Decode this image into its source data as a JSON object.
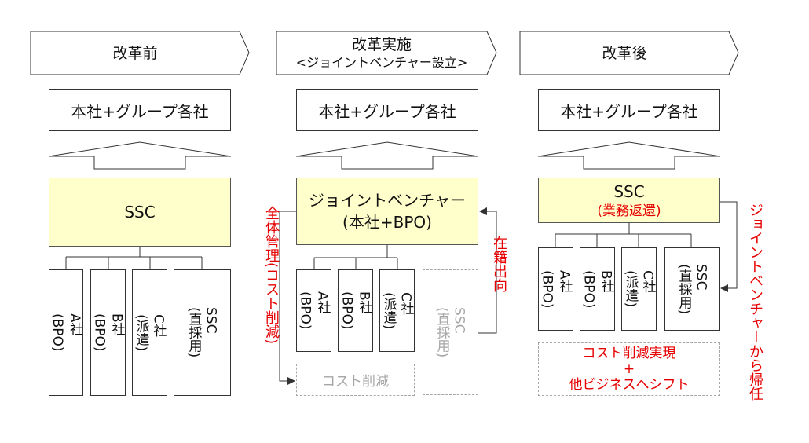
{
  "phases": [
    {
      "title": "改革前",
      "subtitle": ""
    },
    {
      "title": "改革実施",
      "subtitle": "<ジョイントベンチャー設立>"
    },
    {
      "title": "改革後",
      "subtitle": ""
    }
  ],
  "group_label": "本社+グループ各社",
  "before": {
    "center": "SSC",
    "units": [
      "A社\n(BPO)",
      "B社\n(BPO)",
      "C社\n(派遣)",
      "SSC\n(直採用)"
    ]
  },
  "during": {
    "center_line1": "ジョイントベンチャー",
    "center_line2": "(本社+BPO)",
    "units": [
      "A社\n(BPO)",
      "B社\n(BPO)",
      "C社\n(派遣)"
    ],
    "transferred_unit": "SSC\n(直採用)",
    "cost_box": "コスト削減",
    "left_note": "全体管理(コスト削減)",
    "right_note": "在籍出向"
  },
  "after": {
    "center": "SSC",
    "center_note": "(業務返還)",
    "units": [
      "A社\n(BPO)",
      "B社\n(BPO)",
      "C社\n(派遣)",
      "SSC\n(直採用)"
    ],
    "result_line1": "コスト削減実現",
    "result_line2": "+",
    "result_line3": "他ビジネスへシフト",
    "right_note": "ジョイントベンチャーから帰任"
  },
  "colors": {
    "accent_red": "#e60000",
    "ssc_fill": "#ffffcc",
    "gray": "#a6a6a6"
  }
}
